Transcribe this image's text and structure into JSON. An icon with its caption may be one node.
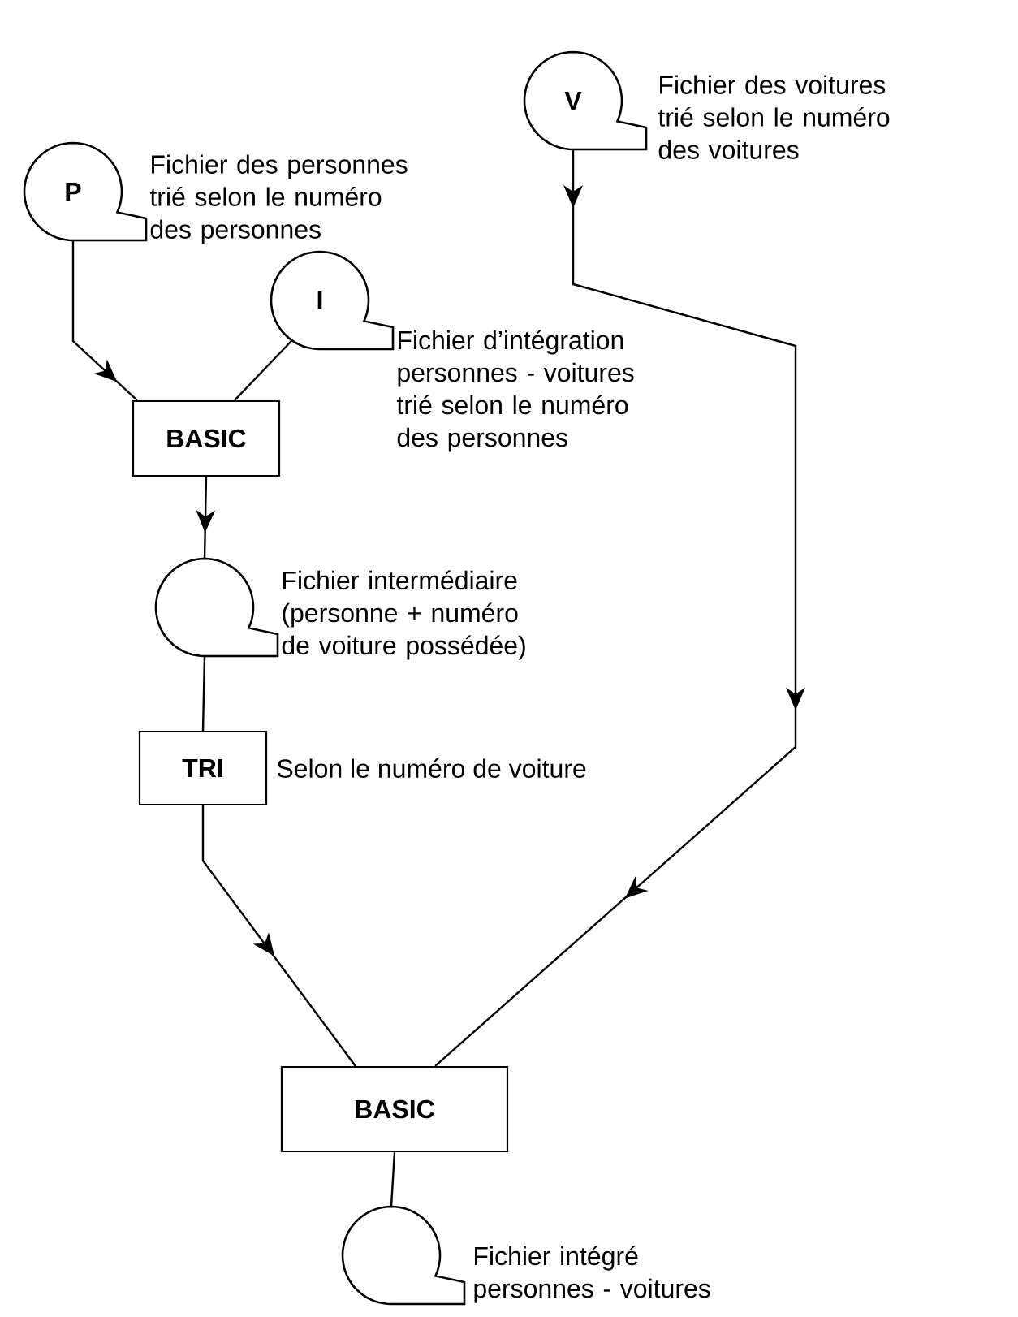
{
  "diagram": {
    "nodes": [
      {
        "text": [
          "V"
        ],
        "beside": [
          "Fichier des voitures trié selon le numéro des voitures"
        ]
      },
      {
        "text": [
          "P"
        ],
        "beside": [
          "Fichier des personnes trié selon le numéro des personnes"
        ]
      },
      {
        "text": [
          "I"
        ],
        "beside": [
          "Fichier d’intégration personnes - voitures trié selon le numéro des personnes"
        ]
      },
      {
        "text": [
          "BASIC"
        ]
      },
      {
        "text": [],
        "shape": "tape",
        "beside": [
          "Fichier intermédiaire (personne + numéro de voiture possédée)"
        ]
      },
      {
        "text": [
          "TRI"
        ],
        "beside": [
          "Selon le numéro de voiture"
        ]
      },
      {
        "text": [
          "BASIC"
        ]
      },
      {
        "text": [],
        "shape": "tape",
        "beside": [
          "Fichier intégré personnes - voitures"
        ]
      }
    ],
    "edges": [
      {
        "from": 1,
        "to": 3,
        "arrow": "to"
      },
      {
        "from": 2,
        "to": 3,
        "arrow": "none"
      },
      {
        "from": 3,
        "to": 4,
        "arrow": "to"
      },
      {
        "from": 4,
        "to": 5,
        "arrow": "none"
      },
      {
        "from": 5,
        "to": 6,
        "arrow": "to"
      },
      {
        "from": 0,
        "to": 6,
        "arrow": "to"
      },
      {
        "from": 6,
        "to": 7,
        "arrow": "none"
      }
    ]
  }
}
